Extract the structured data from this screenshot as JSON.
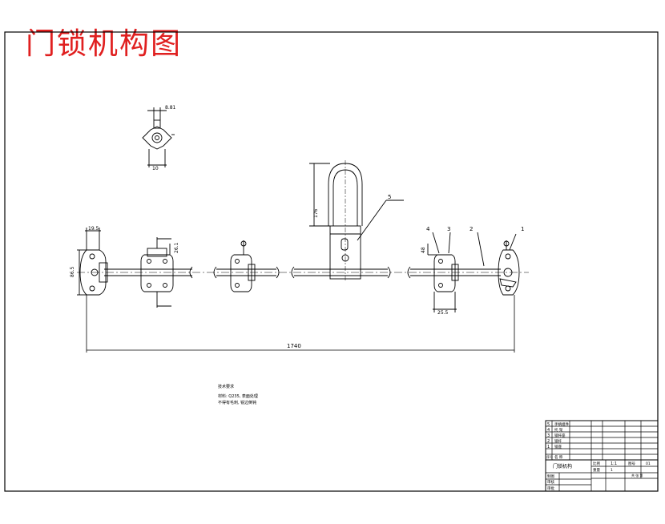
{
  "title": "门锁机构图",
  "dims": {
    "top_view_width": "8.81",
    "top_view_height": "10",
    "handle_height": "176",
    "overall_length": "1740",
    "left_bracket_top": "19.5",
    "left_bracket_side": "86.5",
    "bracket_seat": "26.1",
    "right_bracket_height": "48",
    "right_bracket_width": "25.5"
  },
  "balloons": [
    "1",
    "2",
    "3",
    "4",
    "5"
  ],
  "notes": {
    "heading": "技术要求",
    "line1": "材料: Q235, 表面处理",
    "line2": "不得有毛刺, 锐边倒钝"
  },
  "parts_table": {
    "rows": [
      {
        "no": "5",
        "name": "手柄组件"
      },
      {
        "no": "4",
        "name": "托 架"
      },
      {
        "no": "3",
        "name": "锁杆座"
      },
      {
        "no": "2",
        "name": "锁杆"
      },
      {
        "no": "1",
        "name": "锁座"
      }
    ],
    "header": {
      "no": "序号",
      "name": "名 称"
    }
  },
  "title_block": {
    "drawing_name": "门锁机构",
    "scale_label": "比例",
    "scale_value": "1:1",
    "sheet_label": "图号",
    "sheet_value": "01",
    "weight_label": "重量",
    "weight_value": "1",
    "qty_label": "共 张 第",
    "draw_label": "制图",
    "check_label": "审核",
    "approve_label": "审批"
  }
}
